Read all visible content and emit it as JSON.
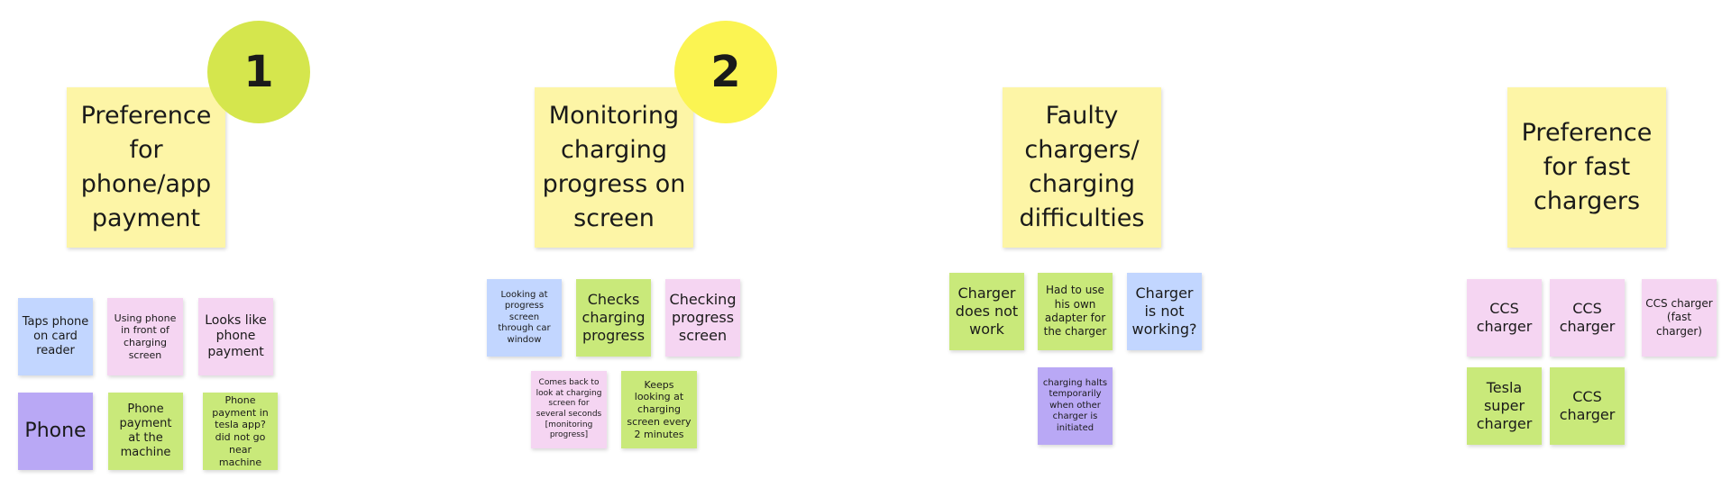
{
  "colors": {
    "yellow": "#fdf5a6",
    "blue": "#c2d6ff",
    "pink": "#f5d5f2",
    "green": "#c9e97a",
    "purple": "#b9a8f5",
    "badge1": "#d5e64d",
    "badge2": "#fbf452"
  },
  "badges": {
    "one": "1",
    "two": "2"
  },
  "clusters": [
    {
      "header": "Preference for phone/app payment",
      "notes": [
        "Taps phone on card reader",
        "Using phone in front of charging screen",
        "Looks like phone payment",
        "Phone",
        "Phone payment at the machine",
        "Phone payment in tesla app? did not go near machine"
      ]
    },
    {
      "header": "Monitoring charging progress on screen",
      "notes": [
        "Looking at progress screen through car window",
        "Checks charging progress",
        "Checking progress screen",
        "Comes back to look at charging screen for several seconds [monitoring progress]",
        "Keeps looking at charging screen every 2 minutes"
      ]
    },
    {
      "header": "Faulty chargers/ charging difficulties",
      "notes": [
        "Charger does not work",
        "Had to use his own adapter for the charger",
        "Charger is not working?",
        "charging halts temporarily when other charger is initiated"
      ]
    },
    {
      "header": "Preference for fast chargers",
      "notes": [
        "CCS charger",
        "CCS charger",
        "CCS charger (fast charger)",
        "Tesla super charger",
        "CCS charger"
      ]
    }
  ]
}
